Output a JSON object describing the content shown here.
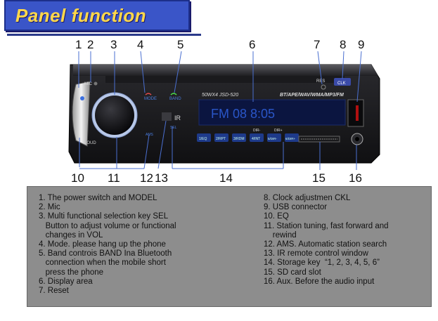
{
  "header": {
    "title": "Panel function"
  },
  "device": {
    "model_label": "50WX4  JSD-520",
    "formats_label": "BT/APE/WAV/WMA/MP3/FM",
    "mic_label": "MIC",
    "res_label": "RES",
    "clk_label": "CLK",
    "mode_label": "MODE",
    "band_label": "BAND",
    "ir_label": "IR",
    "loud_label": "LOUD",
    "ams_label": "AMS",
    "sel_label": "SEL",
    "display_text": "FM  08 8:05",
    "dir_minus": "DIR-",
    "dir_plus": "DIR+",
    "preset_keys": [
      "1/EQ",
      "2/RPT",
      "3/RDM",
      "4/INT",
      "5/DIR-",
      "6/DIR+"
    ]
  },
  "callouts_top": [
    "1",
    "2",
    "3",
    "4",
    "5",
    "6",
    "7",
    "8",
    "9"
  ],
  "callouts_bottom": [
    "10",
    "11",
    "12",
    "13",
    "14",
    "15",
    "16"
  ],
  "legend": {
    "left": [
      "1. The power switch and MODEL",
      "2. Mic",
      "3. Multi functional selection key SEL",
      "   Button to adjust volume or functional",
      "   changes in VOL",
      "4. Mode. please hang up the phone",
      "5. Band controis BAND Ina Bluetooth",
      "   connection when the mobile short",
      "   press the phone",
      "6. Display area",
      "7. Reset"
    ],
    "right": [
      "8. Clock adjustmen CKL",
      "9. USB connector",
      "10. EQ",
      "11. Station tuning, fast forward and",
      "    rewind",
      "12. AMS. Automatic station search",
      "13. IR remote control window",
      "14. Storage key  “1, 2, 3, 4, 5, 6”",
      "15. SD card slot",
      "16. Aux. Before the audio input"
    ]
  }
}
